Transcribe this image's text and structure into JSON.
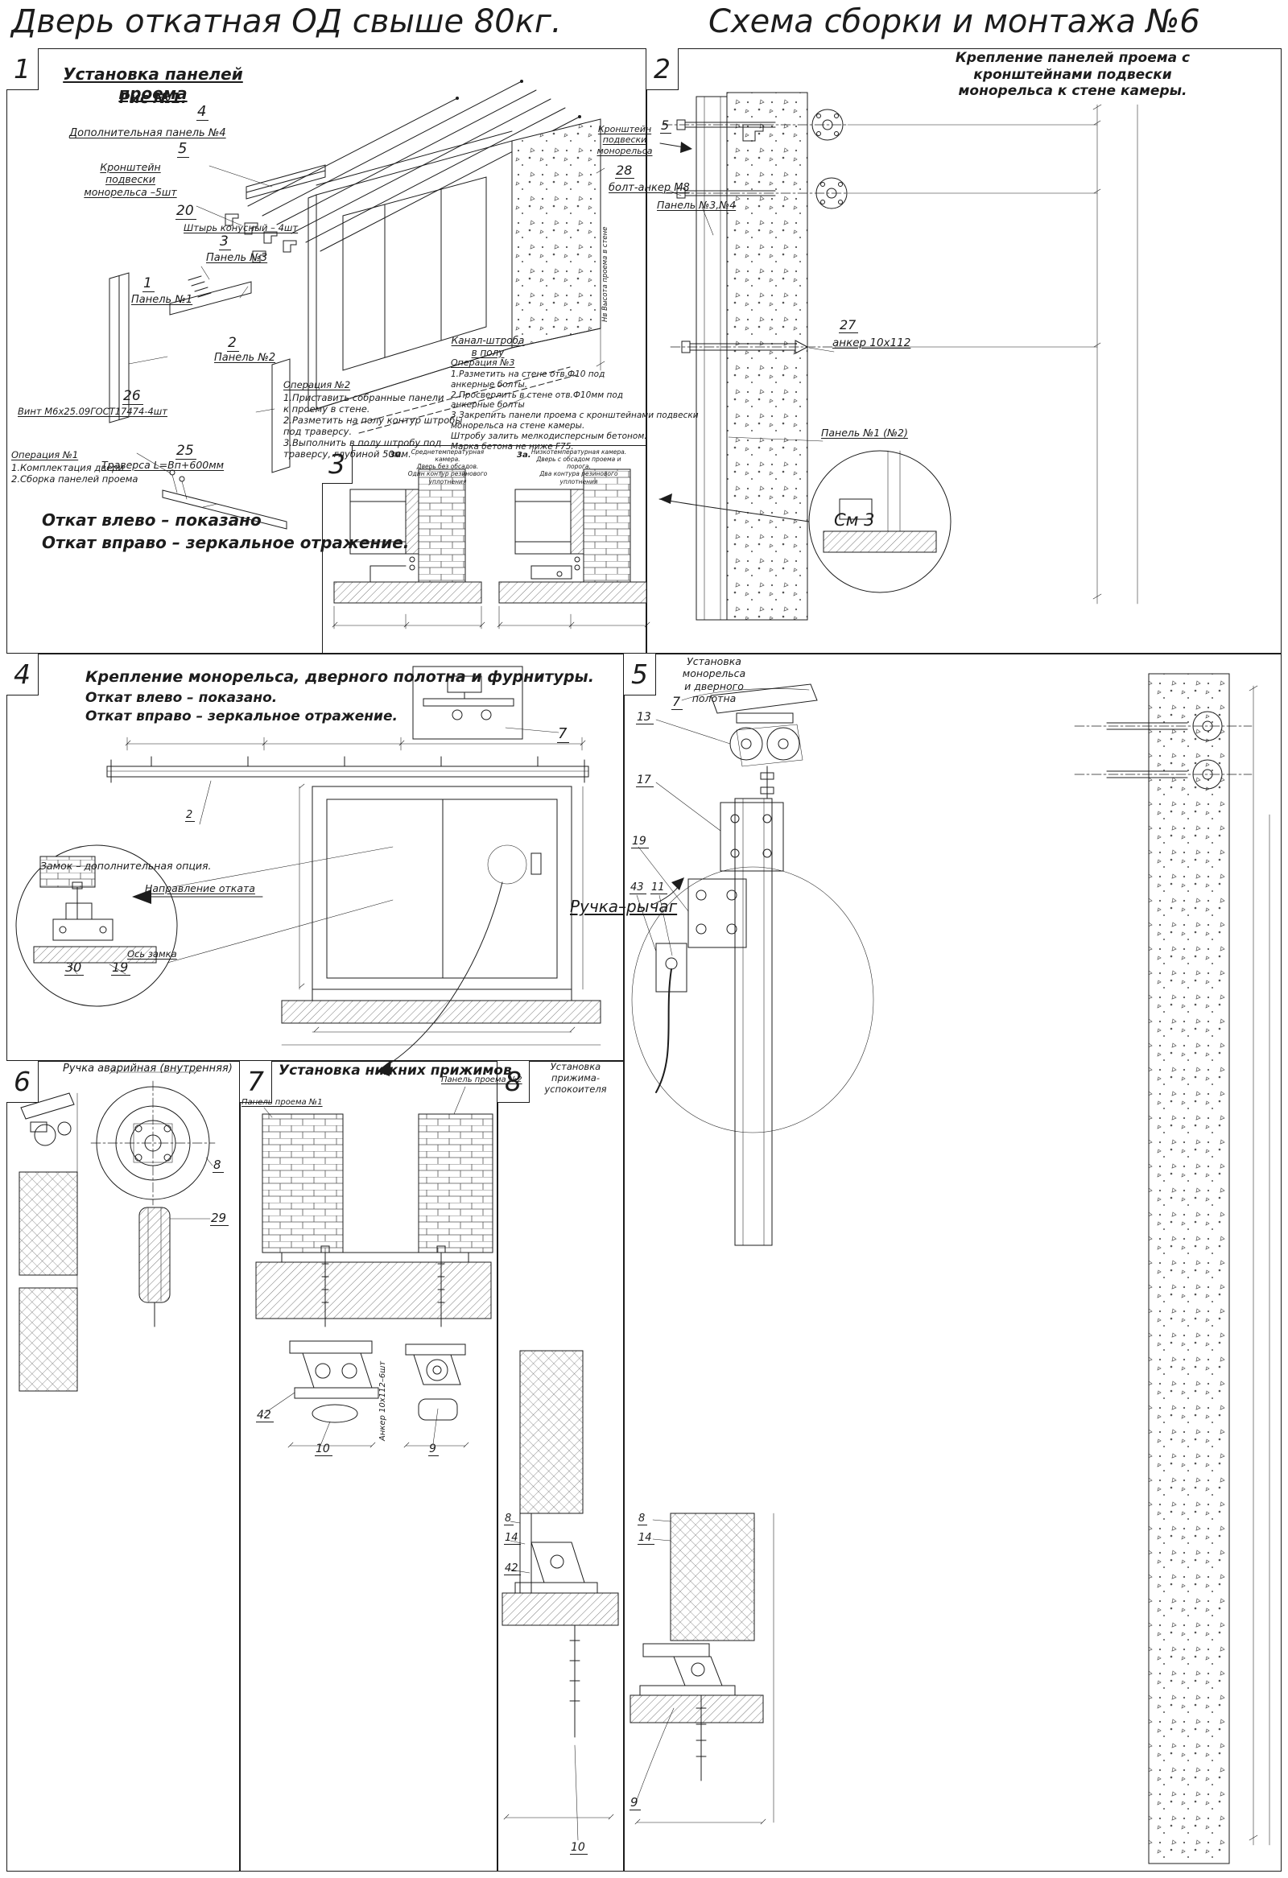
{
  "colors": {
    "ink": "#1c1c1c",
    "paper": "#ffffff"
  },
  "header": {
    "title_left": "Дверь откатная ОД свыше 80кг.",
    "title_right": "Схема сборки и монтажа №6"
  },
  "panel1": {
    "num": "1",
    "title": "Установка панелей проема",
    "subtitle": "Рис №1.",
    "c4_num": "4",
    "c4": "Дополнительная панель №4",
    "c5_num": "5",
    "c5": "Кронштейн подвески\nмонорельса –5шт",
    "c20_num": "20",
    "c20": "Штырь конусный – 4шт",
    "c3_num": "3",
    "c3": "Панель №3",
    "c1_num": "1",
    "c1": "Панель №1",
    "c2_num": "2",
    "c2": "Панель №2",
    "c26_num": "26",
    "c26": "Винт М6х25.09ГОСТ17474-4шт",
    "c25_num": "25",
    "c25": "Траверса  L=Вп+600мм",
    "channel": "Канал-штроба\nв полу",
    "dim_note": "Нв Высота проема в стене",
    "op1_title": "Операция №1",
    "op1": "1.Комплектация двери\n2.Сборка панелей проема",
    "op2_title": "Операция №2",
    "op2": "1.Приставить собранные панели\nк проему в стене.\n2.Разметить на полу контур штробы\nпод траверсу.\n3.Выполнить в полу штробу под\nтраверсу, глубиной 50мм.",
    "op3_title": "Операция №3",
    "op3": "1.Разметить на стене отв.Ф10 под\nанкерные болты.\n2.Просверлить в стене отв.Ф10мм   под\nанкерные болты\n3.Закрепить панели проема с кронштейнами подвески\nмонорельса на стене камеры.\nШтробу залить мелкодисперсным бетоном.\nМарка бетона не ниже   F75.",
    "note1": "Откат влево – показано",
    "note2": "Откат вправо – зеркальное отражение."
  },
  "panel2": {
    "num": "2",
    "title": "Крепление панелей проема с\nкронштейнами  подвески\nмонорельса к стене камеры.",
    "bracket_num": "5",
    "bracket": "Кронштейн\nподвески монорельса",
    "c28_num": "28",
    "c28": "болт-анкер М8",
    "panels34": "Панель №3,№4",
    "c27_num": "27",
    "c27": "анкер 10х112",
    "panel12": "Панель №1 (№2)",
    "see3": "См 3"
  },
  "panel3": {
    "num": "3",
    "figL_num": "30.",
    "figL": "Среднетемпературная камера.\nДверь без обсадов.\nОдин контур резинового уплотнения",
    "figR_num": "3а.",
    "figR": "Низкотемпературная камера.\nДверь с обсадом проема и порога.\nДва контура резинового уплотнения"
  },
  "panel4": {
    "num": "4",
    "title": "Крепление монорельса, дверного полотна и фурнитуры.",
    "note1": "Откат влево – показано.",
    "note2": "Откат вправо – зеркальное отражение.",
    "lock": "Замок – дополнительная опция.",
    "direction": "Направление отката",
    "axis": "Ось замка",
    "c30": "30",
    "c19": "19",
    "c2": "2",
    "c7": "7"
  },
  "panel5": {
    "num": "5",
    "title": "Установка монорельса\nи дверного полотна",
    "c7": "7",
    "c13": "13",
    "c17": "17",
    "c19": "19",
    "c43": "43",
    "c11": "11",
    "handle": "Ручка–рычаг",
    "c8": "8",
    "c14": "14",
    "c9": "9"
  },
  "panel6": {
    "num": "6",
    "title": "Ручка аварийная (внутренняя)",
    "c8": "8",
    "c29": "29"
  },
  "panel7": {
    "num": "7",
    "title": "Установка  нижних  прижимов",
    "opening1": "Панель проема №1",
    "opening2": "Панель проема №2",
    "anchor": "Анкер  10х112–6шт",
    "c42": "42",
    "c10": "10",
    "c9": "9"
  },
  "panel8": {
    "num": "8",
    "title": "Установка\nприжима-успокоителя",
    "c8": "8",
    "c14": "14",
    "c42": "42",
    "c10": "10"
  }
}
